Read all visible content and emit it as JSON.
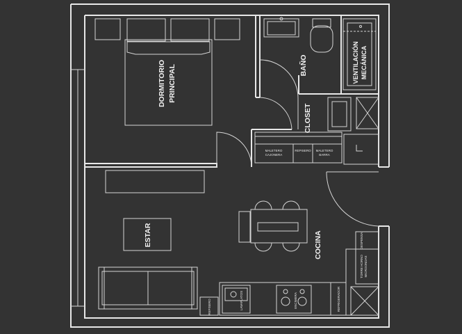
{
  "rooms": {
    "dormitorio_line1": "DORMITORIO",
    "dormitorio_line2": "PRINCIPAL",
    "bano": "BAÑO",
    "ventilacion_line1": "VENTILACIÓN",
    "ventilacion_line2": "MECÁNICA",
    "closet": "CLOSET",
    "estar": "ESTAR",
    "cocina": "COCINA"
  },
  "fixtures": {
    "maletero_cajonera_line1": "MALETERO",
    "maletero_cajonera_line2": "CAJONERA",
    "repisero_closet": "REPISERO",
    "maletero_barra_line1": "MALETERO",
    "maletero_barra_line2": "BARRA",
    "repisero_cocina": "REPISERO",
    "lavaplatos": "LAVAPLATOS",
    "encimera": "ENCIMERA",
    "refrigerador": "REFRIGERADOR",
    "despensa": "DESPENSA",
    "torre_horno_line1": "TORRE HORNO",
    "torre_horno_line2": "MICROONDAS"
  },
  "colors": {
    "background": "#333333",
    "lines": "#e8e8e8"
  }
}
